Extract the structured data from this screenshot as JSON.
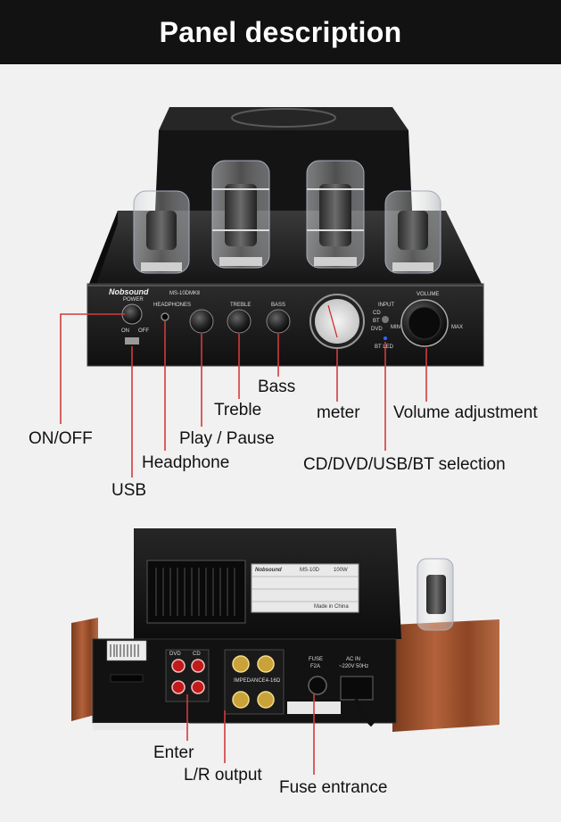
{
  "header": {
    "title": "Panel description"
  },
  "front_panel": {
    "brand": "Nobsound",
    "model": "MS-10DMKⅡ",
    "knob_labels": {
      "power": "POWER",
      "headphones": "HEADPHONES",
      "treble": "TREBLE",
      "bass": "BASS",
      "input": "INPUT",
      "volume": "VOLUME",
      "min": "MIN",
      "max": "MAX",
      "bt_led": "BT LED",
      "on": "ON",
      "off": "OFF",
      "cd": "CD",
      "dvd": "DVD",
      "bt": "BT"
    }
  },
  "front_callouts": {
    "bass": "Bass",
    "treble": "Treble",
    "meter": "meter",
    "volume": "Volume adjustment",
    "onoff": "ON/OFF",
    "play_pause": "Play / Pause",
    "headphone": "Headphone",
    "selection": "CD/DVD/USB/BT selection",
    "usb": "USB"
  },
  "back_panel": {
    "fuse": "FUSE",
    "fuse_rating": "F2A",
    "ac_in": "AC IN",
    "ac_voltage": "~220V 50Hz",
    "impedance": "IMPEDANCE4-16Ω",
    "dvd": "DVD",
    "cd": "CD",
    "plate_brand": "Nobsound",
    "plate_model": "MS-10D",
    "plate_power": "100W",
    "plate_made": "Made in China"
  },
  "back_callouts": {
    "enter": "Enter",
    "lr_output": "L/R output",
    "fuse_entrance": "Fuse entrance"
  },
  "colors": {
    "header_bg": "#121212",
    "background": "#f1f1f1",
    "chassis": "#1b1b1b",
    "wood": "#a0522d",
    "callout_line": "#d33b3b"
  }
}
